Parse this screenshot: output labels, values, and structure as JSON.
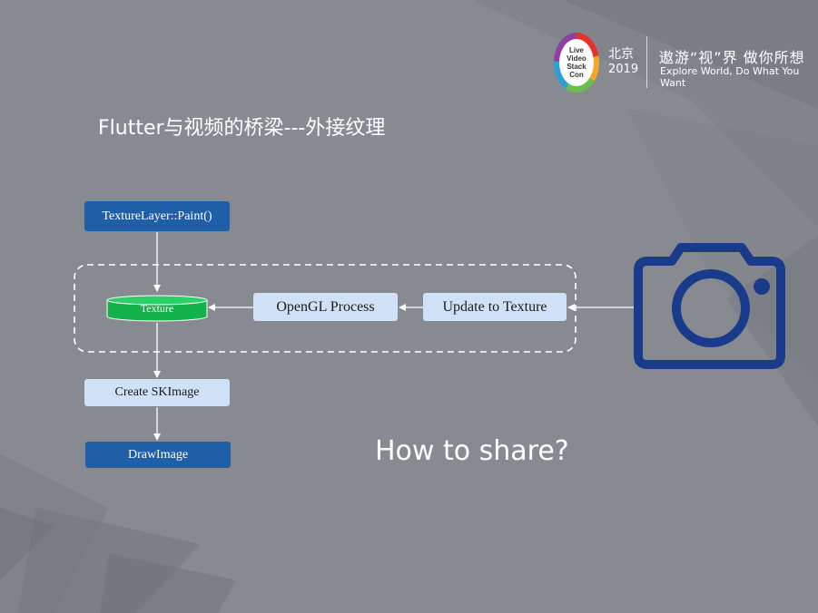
{
  "header": {
    "logo_lines": [
      "Live",
      "Video",
      "Stack",
      "Con"
    ],
    "city": "北京",
    "year": "2019",
    "slogan_cn": "遨游“视”界 做你所想",
    "slogan_en": "Explore World, Do What You Want"
  },
  "slide": {
    "title": "Flutter与视频的桥梁---外接纹理",
    "question": "How to share?"
  },
  "diagram": {
    "nodes": {
      "paint": "TextureLayer::Paint()",
      "texture": "Texture",
      "opengl": "OpenGL Process",
      "update": "Update to Texture",
      "create": "Create SKImage",
      "draw": "DrawImage"
    }
  },
  "colors": {
    "background": "#878a90",
    "node_dark": "#1f5fa8",
    "node_light": "#cfe1f6",
    "texture_green": "#14b24a",
    "camera": "#1a3a8c"
  },
  "icons": {
    "camera": "camera-icon"
  }
}
